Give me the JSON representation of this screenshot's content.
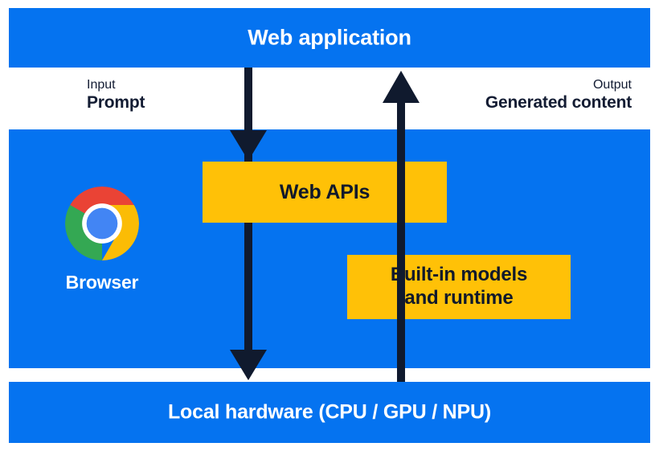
{
  "diagram": {
    "type": "layered-architecture",
    "colors": {
      "band_blue": "#0573F0",
      "box_yellow": "#FFC107",
      "arrow_navy": "#101A2E",
      "text_on_blue": "#FFFFFF",
      "text_dark": "#131C33",
      "page_background": "#FFFFFF"
    },
    "bands": {
      "top": {
        "label": "Web application"
      },
      "middle": {
        "label": "Browser"
      },
      "bottom": {
        "label": "Local hardware (CPU / GPU / NPU)"
      }
    },
    "io": {
      "input": {
        "kind": "Input",
        "value": "Prompt"
      },
      "output": {
        "kind": "Output",
        "value": "Generated content"
      }
    },
    "boxes": [
      {
        "id": "web-apis",
        "label": "Web APIs"
      },
      {
        "id": "built-in-models",
        "label": "Built-in models\nand runtime",
        "line1": "Built-in models",
        "line2": "and runtime"
      }
    ],
    "arrows": [
      {
        "id": "prompt-down",
        "direction": "down",
        "from": "Web application",
        "to": "Local hardware (CPU / GPU / NPU)"
      },
      {
        "id": "generated-up",
        "direction": "up",
        "from": "Local hardware (CPU / GPU / NPU)",
        "to": "Web application"
      }
    ],
    "icons": {
      "browser": "chrome-logo-icon",
      "chrome_colors": {
        "red": "#EA4335",
        "yellow": "#FBBC05",
        "green": "#34A853",
        "blue": "#4285F4",
        "ring": "#FFFFFF"
      }
    }
  }
}
